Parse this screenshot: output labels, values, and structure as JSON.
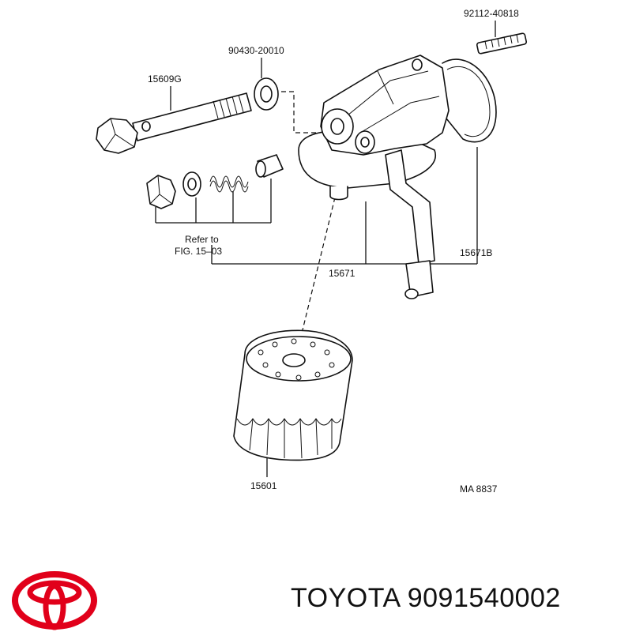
{
  "callouts": {
    "stud": "92112-40818",
    "gasket": "90430-20010",
    "bolt": "15609G",
    "refer_line1": "Refer to",
    "refer_line2": "FIG. 15–03",
    "bracket": "15671",
    "oring": "15671B",
    "filter": "15601",
    "code": "MA 8837"
  },
  "footer": {
    "brand": "TOYOTA",
    "part_number": "9091540002"
  },
  "logo": {
    "name": "toyota-logo-icon",
    "color": "#e1001a"
  },
  "colors": {
    "ink": "#111111",
    "brand_red": "#e1001a",
    "background": "#ffffff"
  }
}
